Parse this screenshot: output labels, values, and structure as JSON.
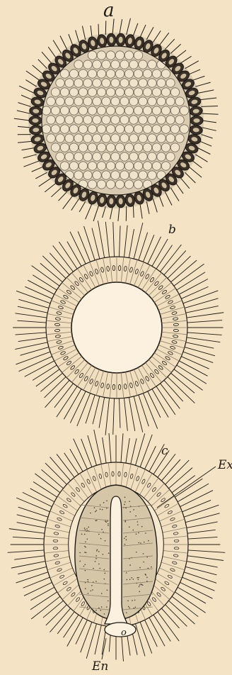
{
  "labels": {
    "a": "a",
    "b": "b",
    "c": "c",
    "ex": "Ex",
    "en": "En",
    "o": "o"
  },
  "colors": {
    "background": "#f4e3c4",
    "ink": "#1f1a14",
    "shading": "#8a7a66"
  }
}
